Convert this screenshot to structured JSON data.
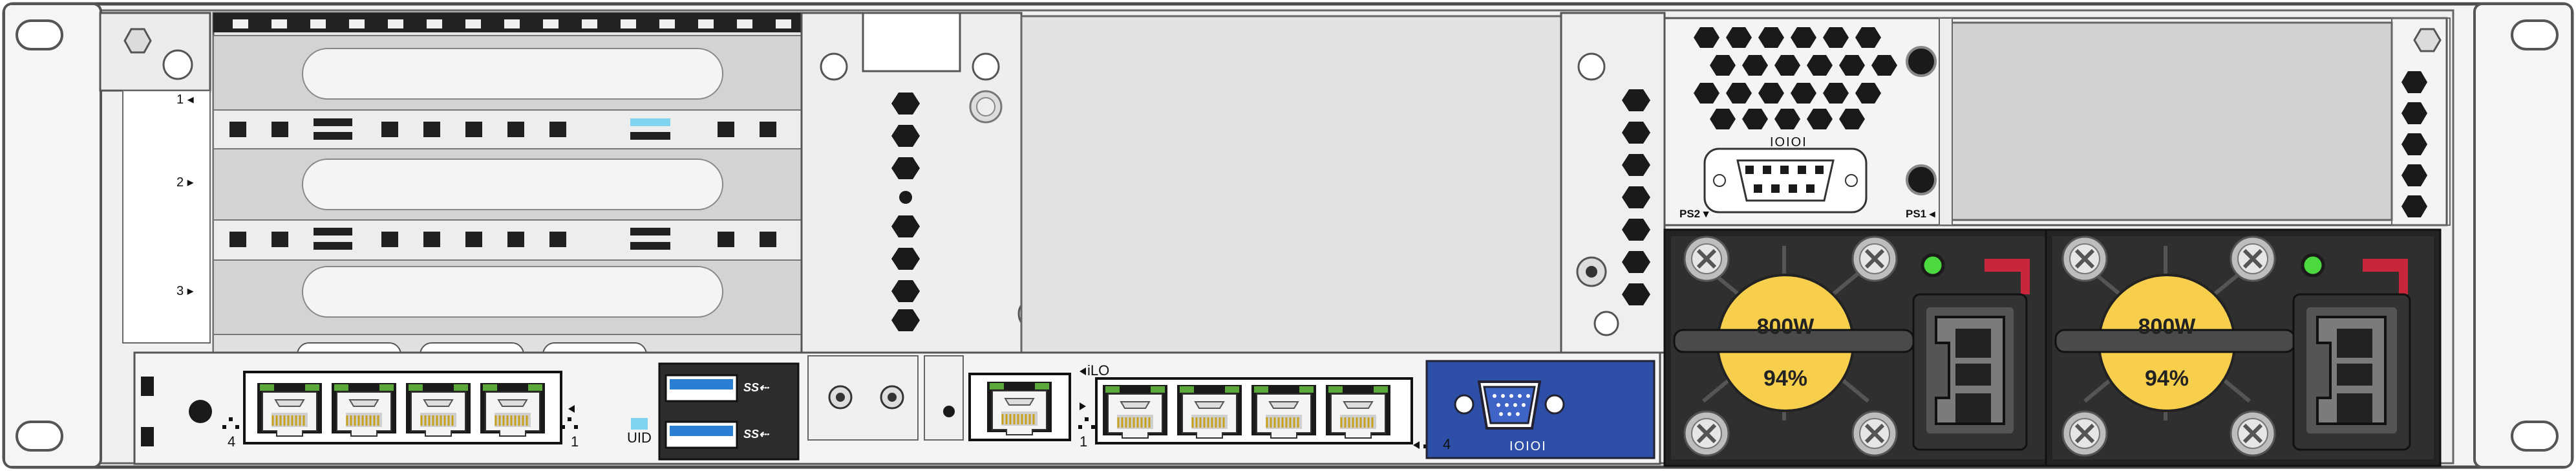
{
  "view": "server-rear-panel",
  "colors": {
    "chassis": "#f0f0f0",
    "metal": "#e2e2e2",
    "slot_gray": "#d3d3d3",
    "dark": "#1b1b1b",
    "usb_blue": "#2a7fd4",
    "vga_blue": "#2d4fa8",
    "psu_yellow": "#f7cf4d",
    "latch_red": "#c8273b",
    "led_green": "#4cd83f",
    "uid_cyan": "#7ed3ef"
  },
  "pcie_slots": [
    {
      "label": "1"
    },
    {
      "label": "2"
    },
    {
      "label": "3"
    }
  ],
  "network_left": {
    "left_label": "4",
    "right_label": "1"
  },
  "uid": {
    "label": "UID"
  },
  "usb": [
    {
      "label": "SS"
    },
    {
      "label": "SS"
    }
  ],
  "ilo": {
    "label": "iLO"
  },
  "network_right": {
    "left_label": "1",
    "right_label": "4"
  },
  "vga": {
    "label": "IOIOI"
  },
  "serial": {
    "label": "IOIOI"
  },
  "psu_labels": {
    "ps2": "PS2",
    "ps1": "PS1"
  },
  "power_supplies": [
    {
      "wattage": "800W",
      "efficiency": "94%"
    },
    {
      "wattage": "800W",
      "efficiency": "94%"
    }
  ]
}
